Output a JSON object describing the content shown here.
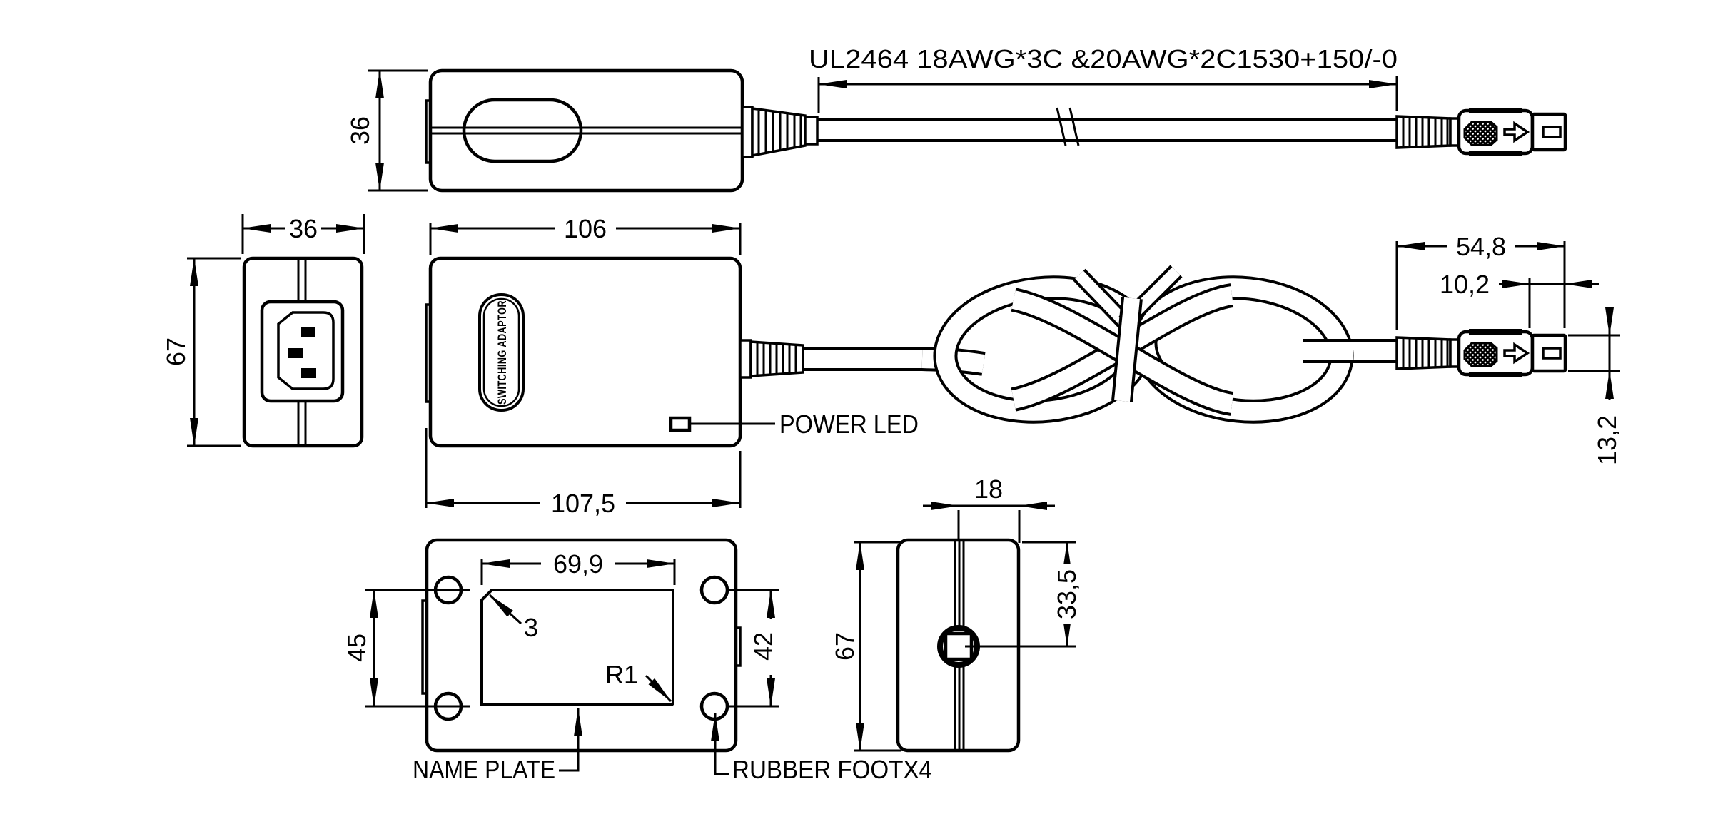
{
  "drawing": {
    "cable_spec": "UL2464 18AWG*3C &20AWG*2C1530+150/-0",
    "adaptor_marking": "SWITCHING ADAPTOR",
    "labels": {
      "power_led": "POWER LED",
      "name_plate": "NAME PLATE",
      "rubber_foot": "RUBBER FOOTX4"
    },
    "dims": {
      "top_height": "36",
      "iec_width": "36",
      "iec_height": "67",
      "front_width": "106",
      "front_width_overall": "107,5",
      "plug_length": "54,8",
      "plug_tip_length": "10,2",
      "plug_tip_height": "13,2",
      "nameplate_width": "69,9",
      "nameplate_chamfer": "3",
      "nameplate_radius": "R1",
      "feet_pitch": "45",
      "nameplate_height": "42",
      "side_cable_offset": "18",
      "side_height": "67",
      "side_outlet_offset": "33,5"
    },
    "colors": {
      "line": "#000000",
      "background": "#ffffff"
    }
  }
}
